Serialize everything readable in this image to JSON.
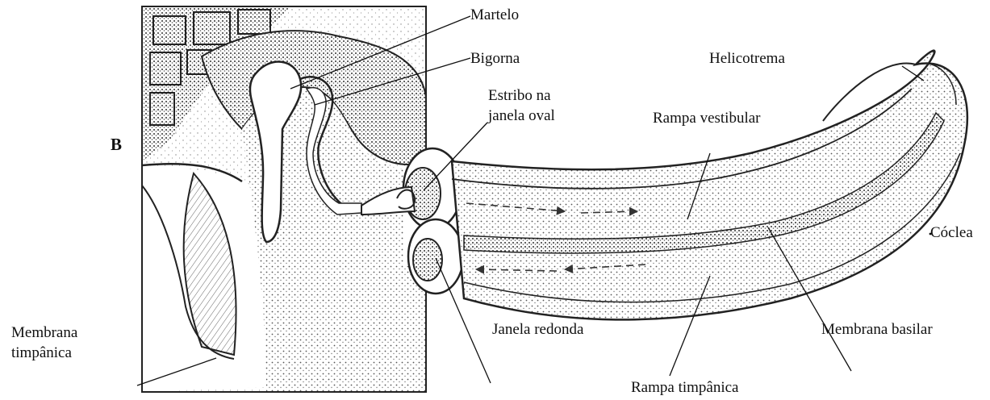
{
  "panel_letter": "B",
  "labels": {
    "martelo": "Martelo",
    "bigorna": "Bigorna",
    "estribo_1": "Estribo na",
    "estribo_2": "janela oval",
    "helicotrema": "Helicotrema",
    "rampa_vestibular": "Rampa vestibular",
    "coclea": "Cóclea",
    "membrana_timpanica_1": "Membrana",
    "membrana_timpanica_2": "timpânica",
    "janela_redonda": "Janela redonda",
    "membrana_basilar": "Membrana basilar",
    "rampa_timpanica": "Rampa timpânica"
  },
  "colors": {
    "ink": "#111111",
    "stipple": "#5a5a5a",
    "bleed_text": "#d8d8d8"
  }
}
